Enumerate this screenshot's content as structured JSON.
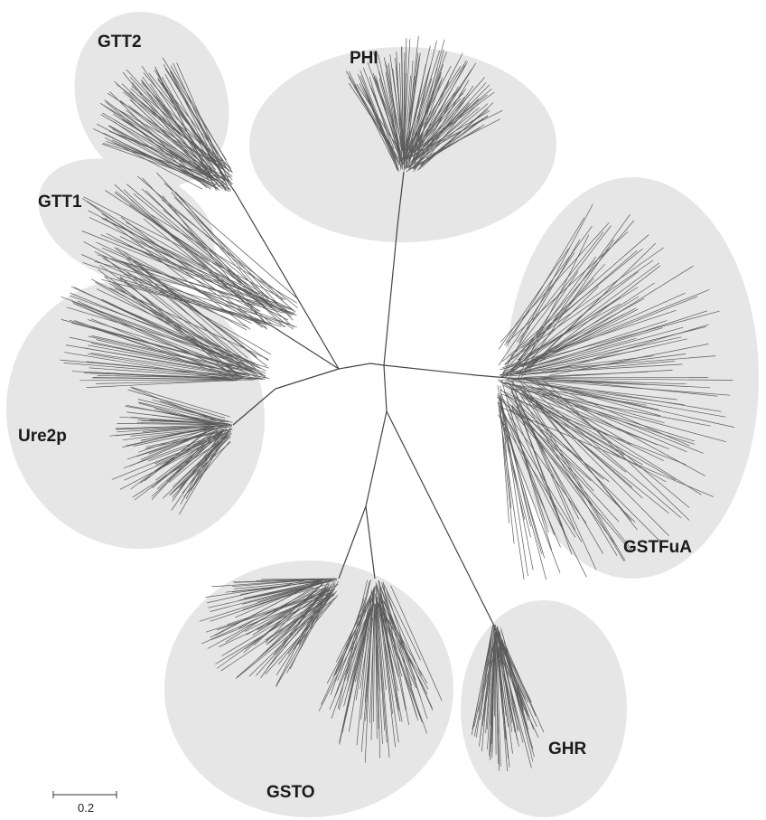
{
  "tree": {
    "clades": [
      {
        "id": "gtt2",
        "label": "GTT2"
      },
      {
        "id": "phi",
        "label": "PHI"
      },
      {
        "id": "gtt1",
        "label": "GTT1"
      },
      {
        "id": "ure2p",
        "label": "Ure2p"
      },
      {
        "id": "gstfua",
        "label": "GSTFuA"
      },
      {
        "id": "gsto",
        "label": "GSTO"
      },
      {
        "id": "ghr",
        "label": "GHR"
      }
    ],
    "scale_bar": {
      "label": "0.2"
    }
  },
  "colors": {
    "clade_background": "#e6e6e6",
    "branch": "#5a5a5a",
    "label": "#1a1a1a"
  }
}
